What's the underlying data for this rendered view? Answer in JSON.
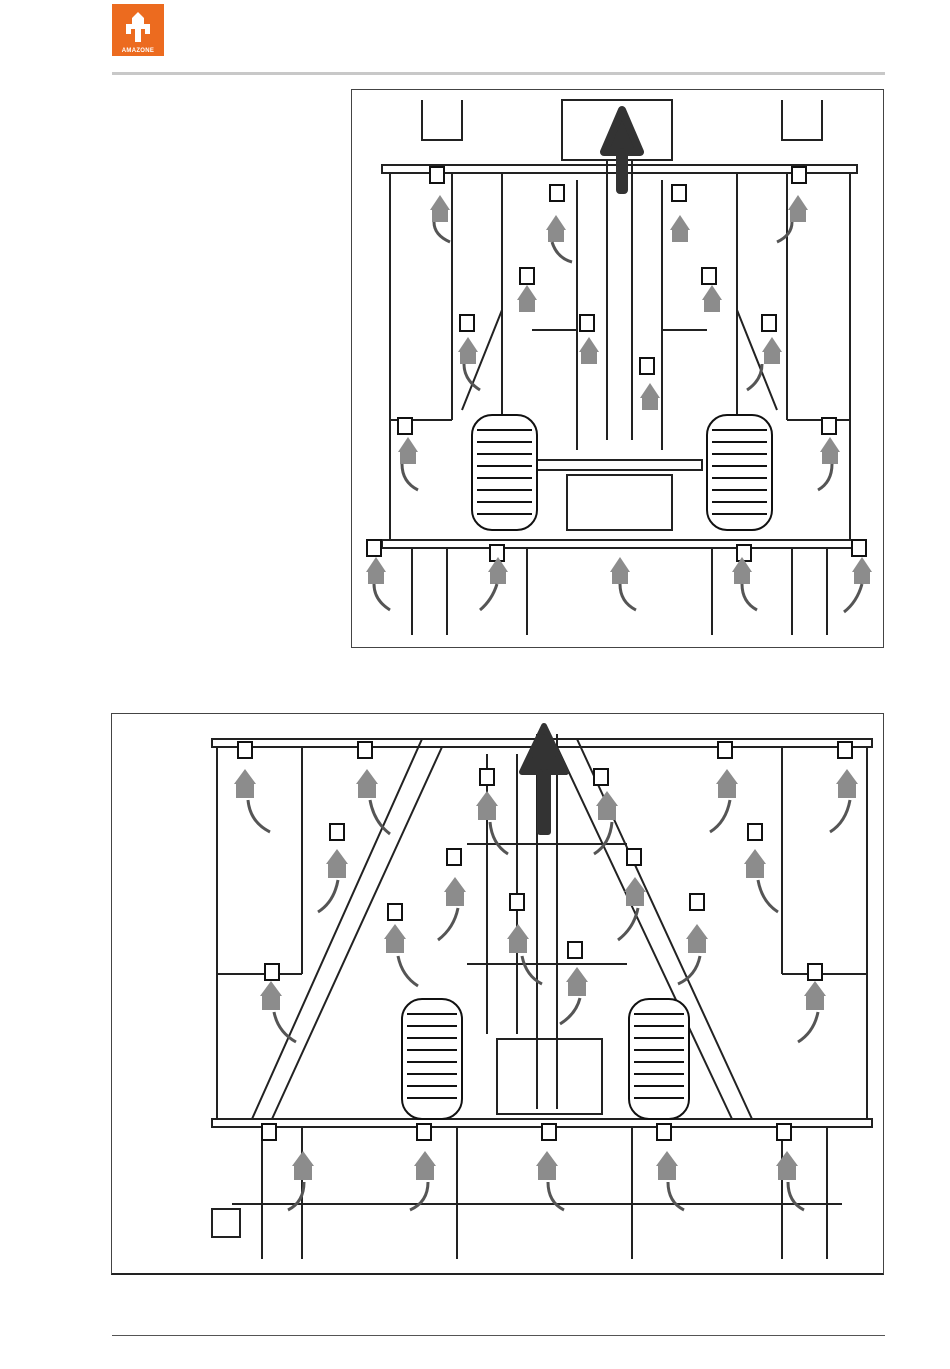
{
  "header": {
    "logo_text": "AMAZONE",
    "brand_color": "#ec6b1f",
    "rule_color": "#c8c8c8"
  },
  "figures": [
    {
      "id": "top",
      "icon": "machine-top-view-narrow",
      "direction_arrow_color": "#333333",
      "marker_arrow_color": "#8c8c8c"
    },
    {
      "id": "bottom",
      "icon": "machine-top-view-wide",
      "direction_arrow_color": "#333333",
      "marker_arrow_color": "#8c8c8c"
    }
  ]
}
